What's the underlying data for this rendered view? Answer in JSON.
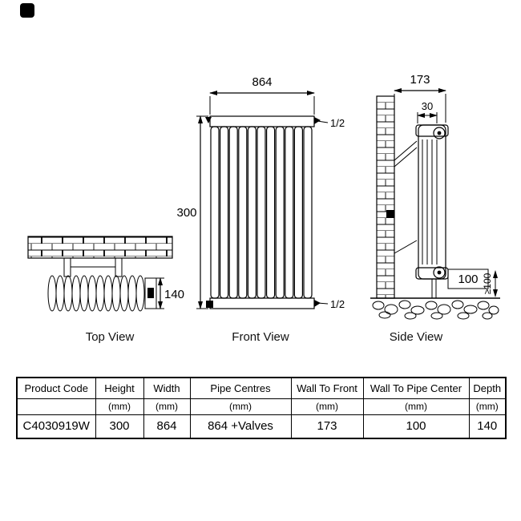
{
  "views": {
    "top": {
      "label": "Top View",
      "dims": {
        "depth": "140"
      }
    },
    "front": {
      "label": "Front View",
      "dims": {
        "width": "864",
        "height": "300",
        "top_connection": "1/2",
        "bottom_connection": "1/2"
      }
    },
    "side": {
      "label": "Side View",
      "dims": {
        "wall_to_front": "173",
        "bracket_offset": "30",
        "wall_to_pipe_center": "100",
        "floor_clearance": "≥100"
      }
    }
  },
  "table": {
    "headers": [
      "Product Code",
      "Height",
      "Width",
      "Pipe Centres",
      "Wall To Front",
      "Wall To Pipe Center",
      "Depth"
    ],
    "units": [
      "",
      "(mm)",
      "(mm)",
      "(mm)",
      "(mm)",
      "(mm)",
      "(mm)"
    ],
    "rows": [
      [
        "C4030919W",
        "300",
        "864",
        "864 +Valves",
        "173",
        "100",
        "140"
      ]
    ]
  },
  "colors": {
    "ink": "#000000",
    "background": "#ffffff"
  }
}
